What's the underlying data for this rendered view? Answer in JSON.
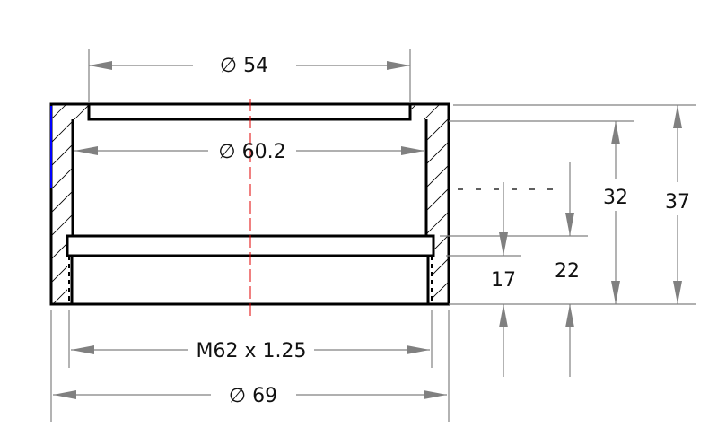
{
  "drawing": {
    "colors": {
      "object": "#000000",
      "dimension": "#808080",
      "centerline": "#e00000",
      "highlight": "#0000ff"
    },
    "dimensions": {
      "top_bore": "∅ 54",
      "inner_bore": "∅ 60.2",
      "thread": "M62 x 1.25",
      "outer": "∅ 69",
      "height_32": "32",
      "height_37": "37",
      "height_17": "17",
      "height_22": "22"
    }
  }
}
